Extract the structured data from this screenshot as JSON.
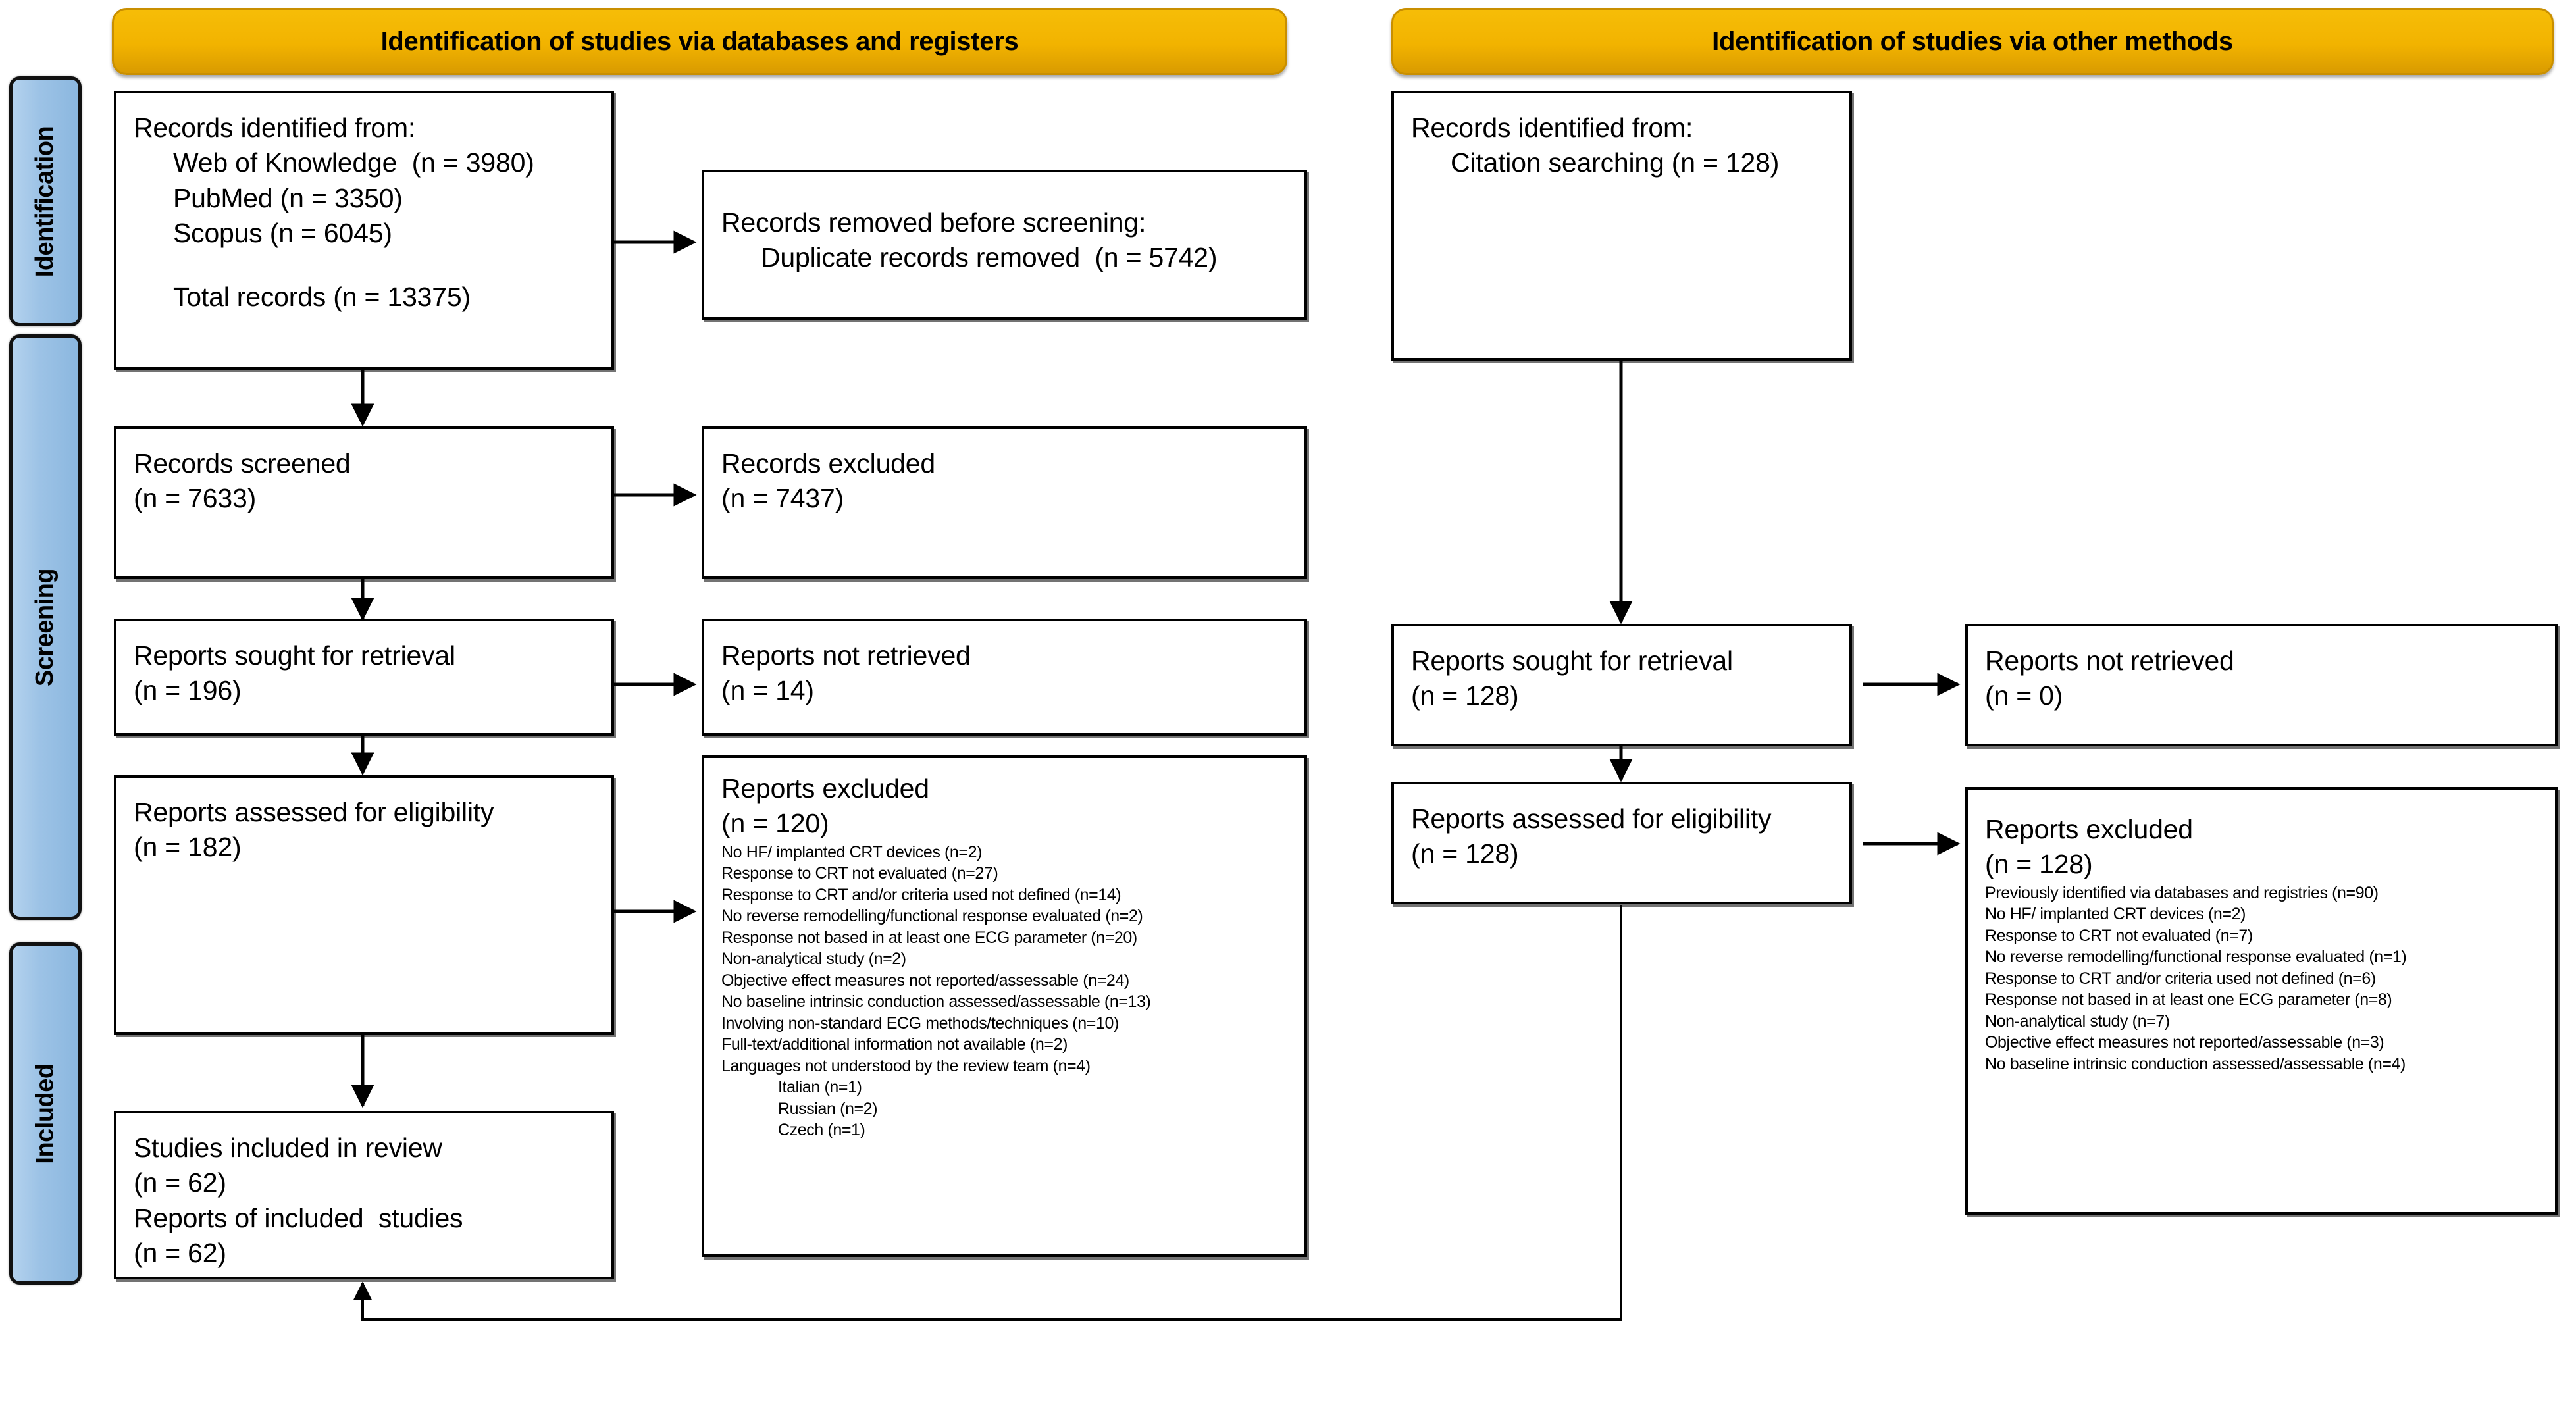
{
  "diagram": {
    "type": "prisma-flow-diagram",
    "headers": {
      "left": "Identification of studies via databases and registers",
      "right": "Identification of studies via other methods"
    },
    "stages": [
      {
        "key": "identification",
        "label": "Identification"
      },
      {
        "key": "screening",
        "label": "Screening"
      },
      {
        "key": "included",
        "label": "Included"
      }
    ]
  },
  "left_column": {
    "identified": {
      "title": "Records identified from:",
      "sources": [
        "Web of Knowledge  (n = 3980)",
        "PubMed (n = 3350)",
        "Scopus (n = 6045)"
      ],
      "total": "Total records (n = 13375)"
    },
    "removed": {
      "title": "Records removed before screening:",
      "items": [
        "Duplicate records removed  (n = 5742)"
      ]
    },
    "screened": {
      "title": "Records screened",
      "count": "(n = 7633)"
    },
    "records_excluded": {
      "title": "Records excluded",
      "count": "(n = 7437)"
    },
    "sought": {
      "title": "Reports sought for retrieval",
      "count": "(n = 196)"
    },
    "not_retrieved": {
      "title": "Reports not retrieved",
      "count": "(n = 14)"
    },
    "assessed": {
      "title": "Reports assessed for eligibility",
      "count": "(n = 182)"
    },
    "reports_excluded": {
      "title": "Reports excluded",
      "count": "(n = 120)",
      "reasons": [
        "No HF/ implanted CRT devices (n=2)",
        "Response to CRT not evaluated (n=27)",
        "Response to CRT and/or criteria used not defined (n=14)",
        "No reverse remodelling/functional response evaluated (n=2)",
        "Response not based in at least one ECG parameter (n=20)",
        "Non-analytical study (n=2)",
        "Objective effect measures not reported/assessable (n=24)",
        "No baseline intrinsic conduction assessed/assessable (n=13)",
        "Involving non-standard ECG methods/techniques (n=10)",
        "Full-text/additional information not available (n=2)",
        "Languages not understood by the review team (n=4)"
      ],
      "sub_reasons": [
        "Italian (n=1)",
        "Russian (n=2)",
        "Czech (n=1)"
      ]
    },
    "included": {
      "line1": "Studies included in review",
      "count1": "(n = 62)",
      "line2": "Reports of included  studies",
      "count2": "(n = 62)"
    }
  },
  "right_column": {
    "identified": {
      "title": "Records identified from:",
      "sources": [
        "Citation searching (n = 128)"
      ]
    },
    "sought": {
      "title": "Reports sought for retrieval",
      "count": "(n = 128)"
    },
    "not_retrieved": {
      "title": "Reports not retrieved",
      "count": "(n = 0)"
    },
    "assessed": {
      "title": "Reports assessed for eligibility",
      "count": "(n = 128)"
    },
    "reports_excluded": {
      "title": "Reports excluded",
      "count": "(n = 128)",
      "reasons": [
        "Previously identified via databases and registries (n=90)",
        "No HF/ implanted CRT devices (n=2)",
        "Response to CRT not evaluated (n=7)",
        "No reverse remodelling/functional response evaluated (n=1)",
        "Response to CRT and/or criteria used not defined (n=6)",
        "Response not based in at least one ECG parameter (n=8)",
        "Non-analytical study (n=7)",
        "Objective effect measures not reported/assessable (n=3)",
        "No baseline intrinsic conduction assessed/assessable (n=4)"
      ]
    }
  },
  "colors": {
    "header_fill": "#f2b300",
    "header_border": "#c98f00",
    "rail_fill": "#9dc3e6",
    "box_border": "#000000",
    "box_fill": "#ffffff",
    "connector": "#000000"
  }
}
